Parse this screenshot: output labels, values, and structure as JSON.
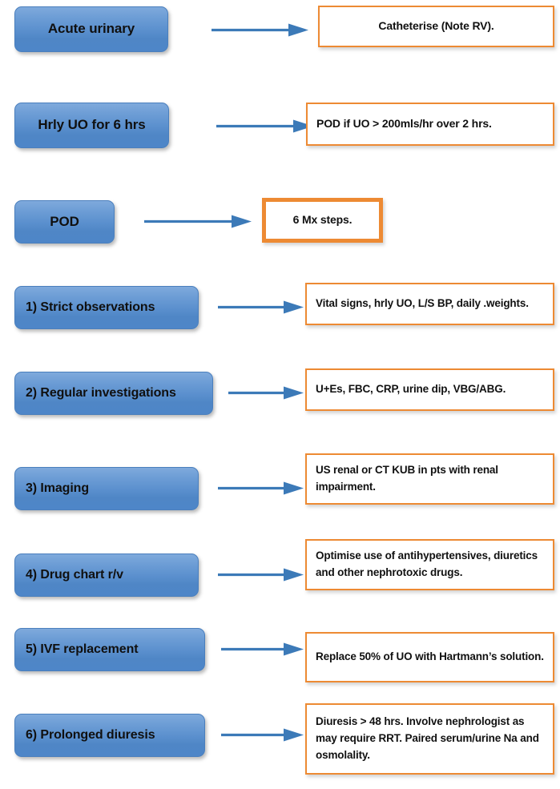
{
  "document": {
    "title": "Acute urinary retention / post-obstructive diuresis management flowchart",
    "type": "flowchart",
    "accent_blue": "#5B90CE",
    "accent_orange": "#ED8A33",
    "arrow_color": "#3C7AB8",
    "background": "#FFFFFF"
  },
  "rows": [
    {
      "id": "acute-urinary",
      "source": {
        "label": "Acute urinary",
        "shape": "rounded-rect",
        "fill": "#5B90CE",
        "align": "center"
      },
      "connector": {
        "type": "arrow",
        "direction": "right",
        "color": "#3C7AB8"
      },
      "target": {
        "label": "Catheterise (Note RV).",
        "shape": "rect",
        "border": "#ED8A33",
        "align": "center",
        "border_weight": "thin"
      }
    },
    {
      "id": "hourly-uo",
      "source": {
        "label": "Hrly UO for 6 hrs",
        "shape": "rounded-rect",
        "fill": "#5B90CE",
        "align": "center"
      },
      "connector": {
        "type": "arrow",
        "direction": "right",
        "color": "#3C7AB8"
      },
      "target": {
        "label": "POD if UO > 200mls/hr over 2 hrs.",
        "shape": "rect",
        "border": "#ED8A33",
        "align": "left",
        "border_weight": "thin"
      }
    },
    {
      "id": "pod",
      "source": {
        "label": "POD",
        "shape": "rounded-rect",
        "fill": "#5B90CE",
        "align": "center"
      },
      "connector": {
        "type": "arrow",
        "direction": "right",
        "color": "#3C7AB8"
      },
      "target": {
        "label": "6 Mx steps.",
        "shape": "rect",
        "border": "#ED8A33",
        "align": "center",
        "border_weight": "thick"
      }
    },
    {
      "id": "step-1-strict-observations",
      "source": {
        "label": "1) Strict observations",
        "shape": "rounded-rect",
        "fill": "#5B90CE",
        "align": "left"
      },
      "connector": {
        "type": "arrow",
        "direction": "right",
        "color": "#3C7AB8"
      },
      "target": {
        "label": "Vital signs, hrly UO, L/S BP, daily .weights.",
        "shape": "rect",
        "border": "#ED8A33",
        "align": "left",
        "border_weight": "thin"
      }
    },
    {
      "id": "step-2-regular-investigations",
      "source": {
        "label": "2) Regular investigations",
        "shape": "rounded-rect",
        "fill": "#5B90CE",
        "align": "left"
      },
      "connector": {
        "type": "arrow",
        "direction": "right",
        "color": "#3C7AB8"
      },
      "target": {
        "label": "U+Es, FBC, CRP, urine dip, VBG/ABG.",
        "shape": "rect",
        "border": "#ED8A33",
        "align": "left",
        "border_weight": "thin"
      }
    },
    {
      "id": "step-3-imaging",
      "source": {
        "label": "3) Imaging",
        "shape": "rounded-rect",
        "fill": "#5B90CE",
        "align": "left"
      },
      "connector": {
        "type": "arrow",
        "direction": "right",
        "color": "#3C7AB8"
      },
      "target": {
        "label": "US renal or CT KUB in pts with renal impairment.",
        "shape": "rect",
        "border": "#ED8A33",
        "align": "left",
        "border_weight": "thin"
      }
    },
    {
      "id": "step-4-drug-chart-review",
      "source": {
        "label": "4) Drug chart r/v",
        "shape": "rounded-rect",
        "fill": "#5B90CE",
        "align": "left"
      },
      "connector": {
        "type": "arrow",
        "direction": "right",
        "color": "#3C7AB8"
      },
      "target": {
        "label": "Optimise use of antihypertensives, diuretics and other nephrotoxic drugs.",
        "shape": "rect",
        "border": "#ED8A33",
        "align": "left",
        "border_weight": "thin"
      }
    },
    {
      "id": "step-5-ivf-replacement",
      "source": {
        "label": "5) IVF replacement",
        "shape": "rounded-rect",
        "fill": "#5B90CE",
        "align": "left"
      },
      "connector": {
        "type": "arrow",
        "direction": "right",
        "color": "#3C7AB8"
      },
      "target": {
        "label": "Replace 50% of UO with Hartmann’s solution.",
        "shape": "rect",
        "border": "#ED8A33",
        "align": "left",
        "border_weight": "thin"
      }
    },
    {
      "id": "step-6-prolonged-diuresis",
      "source": {
        "label": "6) Prolonged diuresis",
        "shape": "rounded-rect",
        "fill": "#5B90CE",
        "align": "left"
      },
      "connector": {
        "type": "arrow",
        "direction": "right",
        "color": "#3C7AB8"
      },
      "target": {
        "label": "Diuresis > 48 hrs. Involve nephrologist as may require RRT. Paired serum/urine Na and osmolality.",
        "shape": "rect",
        "border": "#ED8A33",
        "align": "left",
        "border_weight": "thin"
      }
    }
  ]
}
